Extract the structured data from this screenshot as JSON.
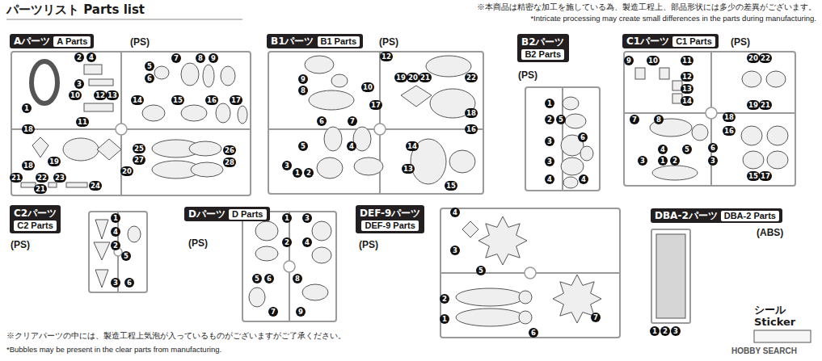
{
  "diagram": {
    "title": "パーツリスト Parts list",
    "nodes": [
      {
        "text": [
          "Aパーツ",
          "A Parts"
        ]
      },
      {
        "text": [
          "B1パーツ",
          "B1 Parts"
        ]
      },
      {
        "text": [
          "B2パーツ",
          "B2 Parts"
        ]
      },
      {
        "text": [
          "C1パーツ",
          "C1 Parts"
        ]
      },
      {
        "text": [
          "C2パーツ",
          "C2 Parts"
        ]
      },
      {
        "text": [
          "Dパーツ",
          "D Parts"
        ]
      },
      {
        "text": [
          "DEF-9パーツ",
          "DEF-9 Parts"
        ]
      },
      {
        "text": [
          "DBA-2パーツ",
          "DBA-2 Parts"
        ]
      }
    ],
    "labels": [
      "※本商品は精密な加工を施している為、製造工程上、部品形状には多少の差異がございます。",
      "*Intricate processing may create small differences in the parts during manufacturing.",
      "(PS)",
      "2",
      "4",
      "3",
      "10",
      "12",
      "13",
      "11",
      "5",
      "6",
      "7",
      "8",
      "9",
      "14",
      "15",
      "16",
      "17",
      "1",
      "18",
      "19",
      "18",
      "25",
      "27",
      "20",
      "26",
      "28",
      "21",
      "22",
      "23",
      "24",
      "21",
      "(PS)",
      "12",
      "9",
      "8",
      "10",
      "17",
      "19",
      "20",
      "21",
      "22",
      "6",
      "7",
      "18",
      "16",
      "5",
      "4",
      "14",
      "3",
      "1",
      "2",
      "13",
      "15",
      "(PS)",
      "1",
      "2",
      "5",
      "3",
      "6",
      "3",
      "4",
      "4",
      "(PS)",
      "20",
      "22",
      "9",
      "10",
      "11",
      "12",
      "13",
      "14",
      "19",
      "21",
      "7",
      "8",
      "18",
      "16",
      "4",
      "5",
      "6",
      "3",
      "1",
      "2",
      "3",
      "15",
      "17",
      "(PS)",
      "1",
      "4",
      "2",
      "5",
      "3",
      "6",
      "(PS)",
      "1",
      "3",
      "2",
      "4",
      "5",
      "6",
      "8",
      "7",
      "9",
      "(PS)",
      "4",
      "3",
      "5",
      "2",
      "1",
      "6",
      "7",
      "(ABS)",
      "1",
      "2",
      "3",
      "シール",
      "Sticker",
      "※クリアパーツの中には、製造工程上気泡が入っているものがございますがご了承ください。",
      "*Bubbles may be present in the clear parts from manufacturing.",
      "HOBBY SEARCH"
    ]
  }
}
